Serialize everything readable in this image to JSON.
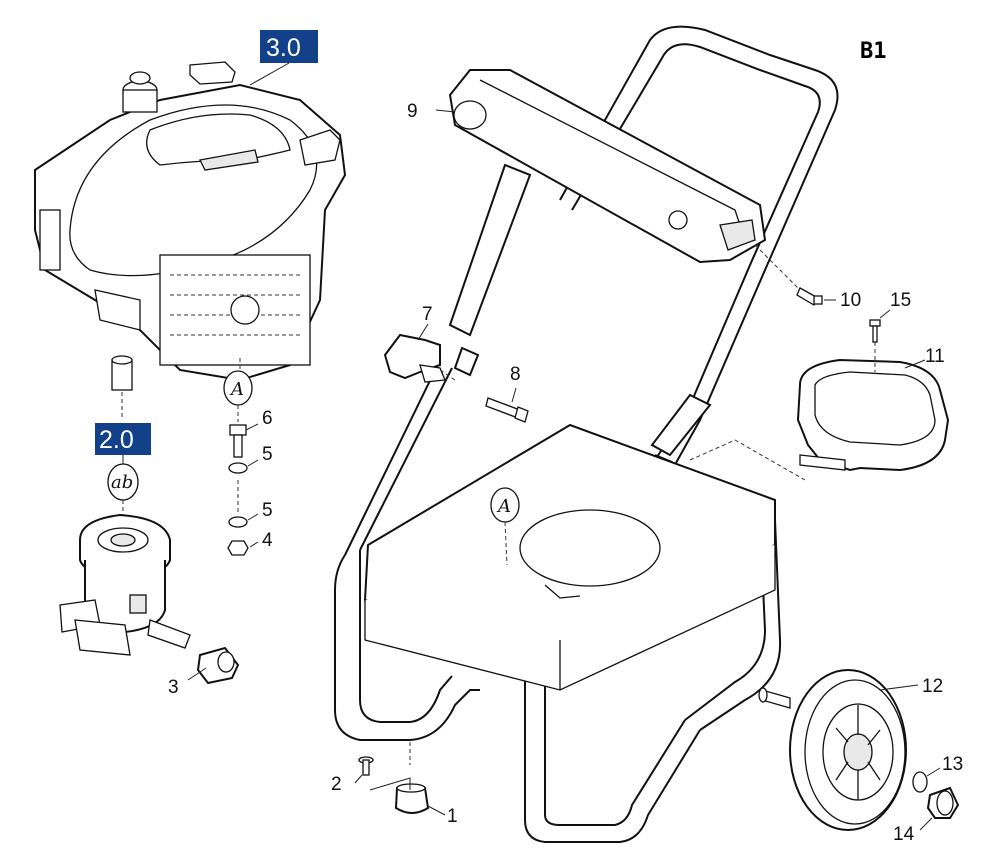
{
  "page_code": "B1",
  "section_boxes": {
    "engine": "3.0",
    "pump": "2.0",
    "color": "#12418a"
  },
  "callouts": {
    "a_top": "A",
    "a_frame": "A",
    "ab": "ab"
  },
  "part_numbers": {
    "p1": "1",
    "p2": "2",
    "p3": "3",
    "p4": "4",
    "p5a": "5",
    "p5b": "5",
    "p6": "6",
    "p7": "7",
    "p8": "8",
    "p9": "9",
    "p10": "10",
    "p11": "11",
    "p12": "12",
    "p13": "13",
    "p14": "14",
    "p15": "15"
  }
}
